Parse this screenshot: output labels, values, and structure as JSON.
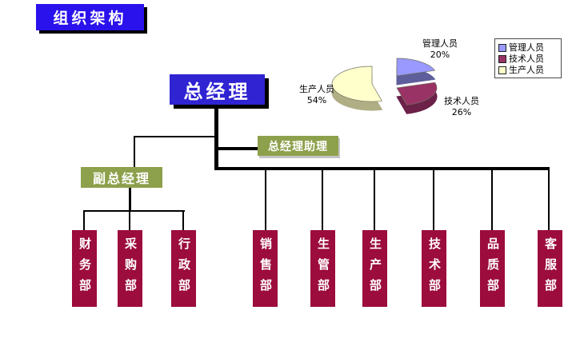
{
  "banner": {
    "label": "组织架构"
  },
  "org_chart": {
    "root": {
      "label": "总经理"
    },
    "assistant": {
      "label": "总经理助理"
    },
    "vice": {
      "label": "副总经理"
    },
    "departments_left": [
      {
        "label": "财务部"
      },
      {
        "label": "采购部"
      },
      {
        "label": "行政部"
      }
    ],
    "departments_right": [
      {
        "label": "销售部"
      },
      {
        "label": "生管部"
      },
      {
        "label": "生产部"
      },
      {
        "label": "技术部"
      },
      {
        "label": "品质部"
      },
      {
        "label": "客服部"
      }
    ],
    "colors": {
      "banner": "#2a12ec",
      "executive": "#2f23d2",
      "manager": "#8da04c",
      "department": "#9c0c3c",
      "connector": "#000000"
    }
  },
  "chart_data": {
    "type": "pie",
    "style": "3d-exploded",
    "title": "",
    "categories": [
      "管理人员",
      "技术人员",
      "生产人员"
    ],
    "values": [
      20,
      26,
      54
    ],
    "pct_labels": [
      "20%",
      "26%",
      "54%"
    ],
    "colors": [
      "#9999ff",
      "#993366",
      "#ffffcc"
    ],
    "side_colors": [
      "#5e5e9c",
      "#6b2148",
      "#b0ae85"
    ],
    "legend": {
      "position": "top-right",
      "entries": [
        "管理人员",
        "技术人员",
        "生产人员"
      ]
    }
  }
}
